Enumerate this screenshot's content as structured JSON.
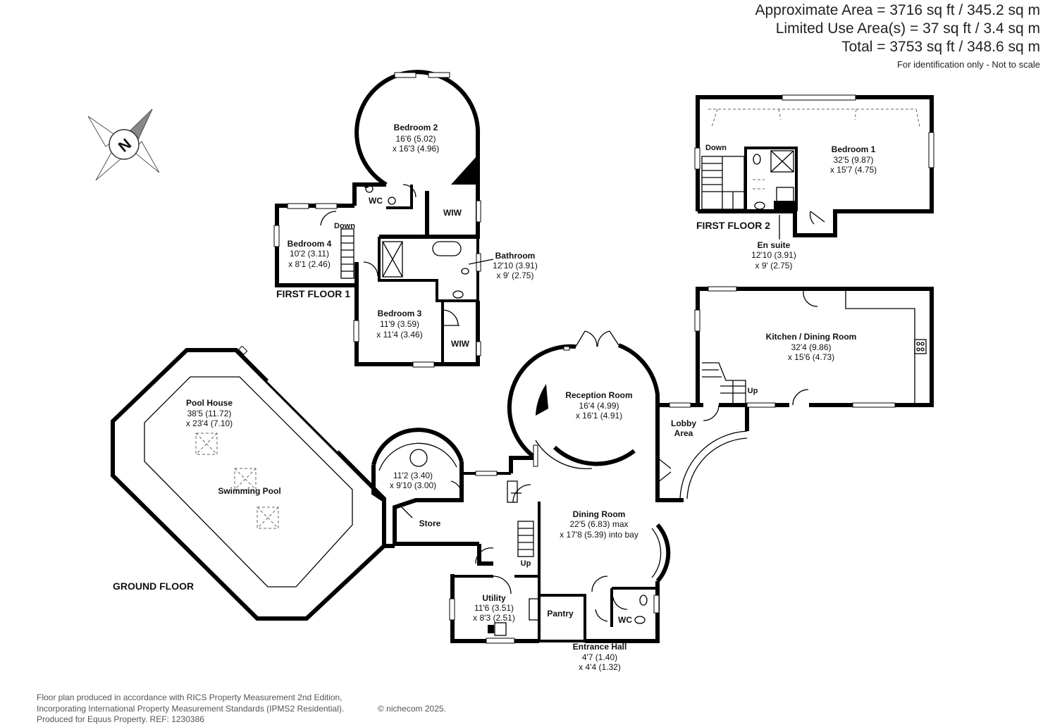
{
  "header": {
    "approximate_area": "Approximate Area = 3716 sq ft / 345.2 sq m",
    "limited_use_area": "Limited Use Area(s) = 37 sq ft / 3.4 sq m",
    "total": "Total = 3753 sq ft / 348.6 sq m",
    "note": "For identification only - Not to scale"
  },
  "compass": {
    "letter": "N",
    "icon": "compass-icon"
  },
  "floors": {
    "ground": "GROUND FLOOR",
    "first_1": "FIRST FLOOR 1",
    "first_2": "FIRST FLOOR 2"
  },
  "rooms": {
    "bedroom2": {
      "name": "Bedroom 2",
      "dim1": "16'6 (5.02)",
      "dim2": "x 16'3 (4.96)"
    },
    "wc_upper": {
      "name": "WC"
    },
    "wiw_upper": {
      "name": "WIW"
    },
    "bedroom4": {
      "name": "Bedroom 4",
      "dim1": "10'2 (3.11)",
      "dim2": "x 8'1 (2.46)"
    },
    "down_ff1": {
      "name": "Down"
    },
    "bathroom": {
      "name": "Bathroom",
      "dim1": "12'10 (3.91)",
      "dim2": "x 9' (2.75)"
    },
    "bedroom3": {
      "name": "Bedroom 3",
      "dim1": "11'9 (3.59)",
      "dim2": "x 11'4 (3.46)"
    },
    "wiw_lower": {
      "name": "WIW"
    },
    "bedroom1": {
      "name": "Bedroom 1",
      "dim1": "32'5 (9.87)",
      "dim2": "x 15'7 (4.75)"
    },
    "down_ff2": {
      "name": "Down"
    },
    "ensuite": {
      "name": "En suite",
      "dim1": "12'10 (3.91)",
      "dim2": "x 9' (2.75)"
    },
    "kitchen": {
      "name": "Kitchen / Dining Room",
      "dim1": "32'4 (9.86)",
      "dim2": "x 15'6 (4.73)"
    },
    "up_kitchen": {
      "name": "Up"
    },
    "reception": {
      "name": "Reception Room",
      "dim1": "16'4 (4.99)",
      "dim2": "x 16'1 (4.91)"
    },
    "lobby": {
      "name1": "Lobby",
      "name2": "Area"
    },
    "pool_house": {
      "name": "Pool House",
      "dim1": "38'5 (11.72)",
      "dim2": "x 23'4 (7.10)"
    },
    "swimming_pool": {
      "name": "Swimming Pool"
    },
    "round_room": {
      "dim1": "11'2 (3.40)",
      "dim2": "x 9'10 (3.00)"
    },
    "store": {
      "name": "Store"
    },
    "dining": {
      "name": "Dining Room",
      "dim1": "22'5 (6.83) max",
      "dim2": "x 17'8 (5.39) into bay"
    },
    "up_hall": {
      "name": "Up"
    },
    "utility": {
      "name": "Utility",
      "dim1": "11'6 (3.51)",
      "dim2": "x 8'3 (2.51)"
    },
    "pantry": {
      "name": "Pantry"
    },
    "wc_ground": {
      "name": "WC"
    },
    "entrance": {
      "name": "Entrance Hall",
      "dim1": "4'7 (1.40)",
      "dim2": "x 4'4 (1.32)"
    }
  },
  "footer": {
    "line1": "Floor plan produced in accordance with RICS Property Measurement 2nd Edition,",
    "line2": "Incorporating International Property Measurement Standards (IPMS2 Residential).",
    "copyright": "© nichecom 2025.",
    "line3": "Produced for Equus Property.   REF: 1230386"
  }
}
